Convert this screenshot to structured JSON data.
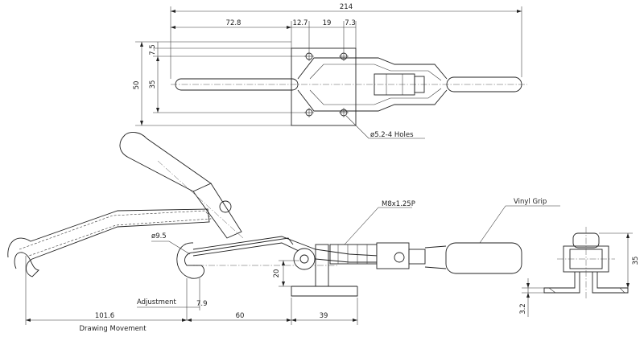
{
  "dimensions": {
    "overall_length": "214",
    "handle_offset": "72.8",
    "hole_spacing_1": "12.7",
    "hole_spacing_2": "19",
    "hole_spacing_3": "7.3",
    "top_offset": "7.5",
    "height_total": "50",
    "height_inner": "35",
    "side_height": "35",
    "plate_thickness": "3.2",
    "base_height": "20",
    "drawing_movement_value": "101.6",
    "span_60": "60",
    "span_39": "39",
    "adjustment_value": "7.9",
    "hook_diameter": "ø9.5"
  },
  "labels": {
    "holes": "ø5.2-4 Holes",
    "thread": "M8x1.25P",
    "grip": "Vinyl Grip",
    "adjustment": "Adjustment",
    "drawing_movement": "Drawing Movement"
  },
  "colors": {
    "line": "#222222",
    "background": "#ffffff"
  }
}
